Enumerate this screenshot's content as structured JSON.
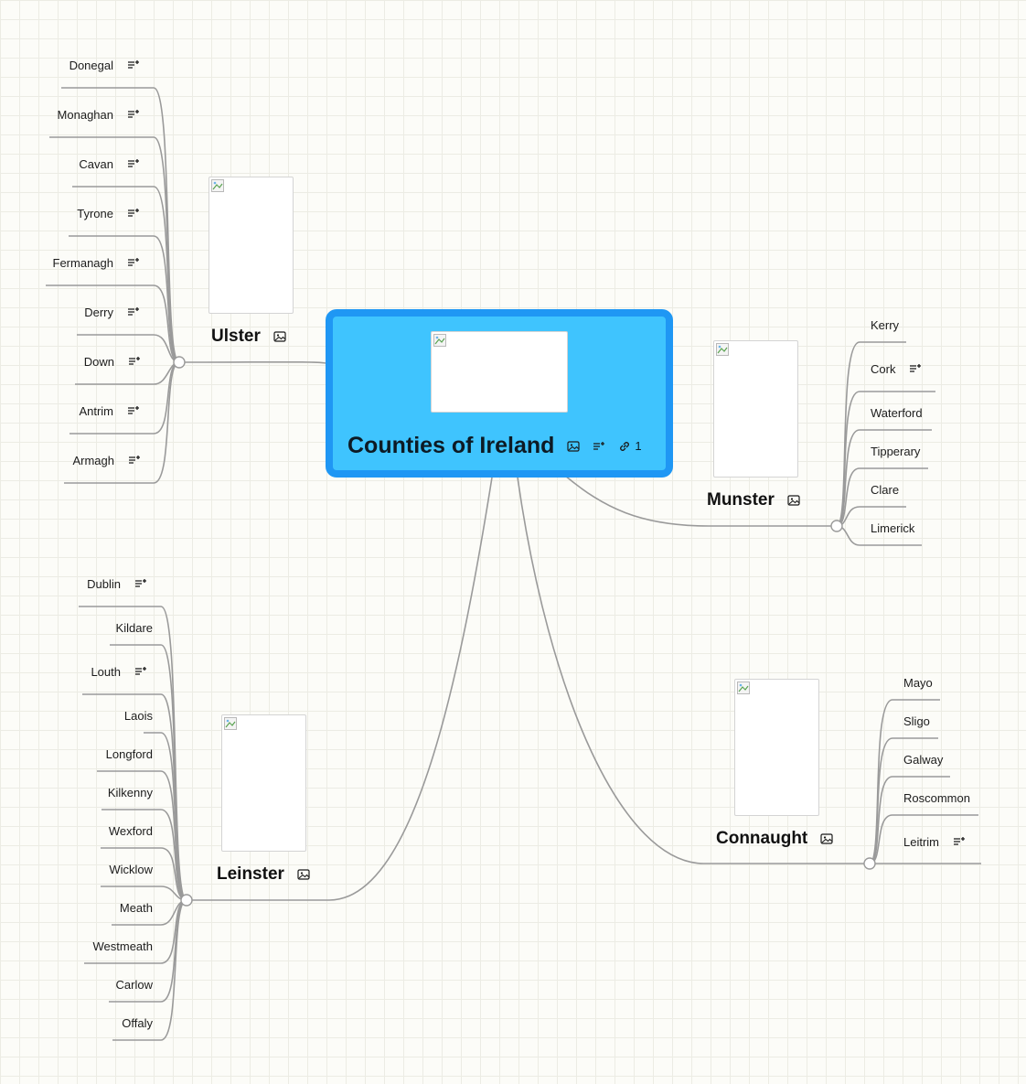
{
  "central": {
    "title": "Counties of Ireland",
    "link_count": "1",
    "color": "#3fc4fe",
    "border_color": "#1f97f4"
  },
  "branches": {
    "ulster": {
      "title": "Ulster",
      "counties": [
        "Donegal",
        "Monaghan",
        "Cavan",
        "Tyrone",
        "Fermanagh",
        "Derry",
        "Down",
        "Antrim",
        "Armagh"
      ]
    },
    "munster": {
      "title": "Munster",
      "counties": [
        "Kerry",
        "Cork",
        "Waterford",
        "Tipperary",
        "Clare",
        "Limerick"
      ]
    },
    "leinster": {
      "title": "Leinster",
      "counties": [
        "Dublin",
        "Kildare",
        "Louth",
        "Laois",
        "Longford",
        "Kilkenny",
        "Wexford",
        "Wicklow",
        "Meath",
        "Westmeath",
        "Carlow",
        "Offaly"
      ]
    },
    "connaught": {
      "title": "Connaught",
      "counties": [
        "Mayo",
        "Sligo",
        "Galway",
        "Roscommon",
        "Leitrim"
      ]
    }
  },
  "icons": {
    "note": "note-icon",
    "image": "image-icon",
    "link": "link-icon",
    "broken_image": "broken-image-icon"
  },
  "line_color": "#9a9a9a"
}
